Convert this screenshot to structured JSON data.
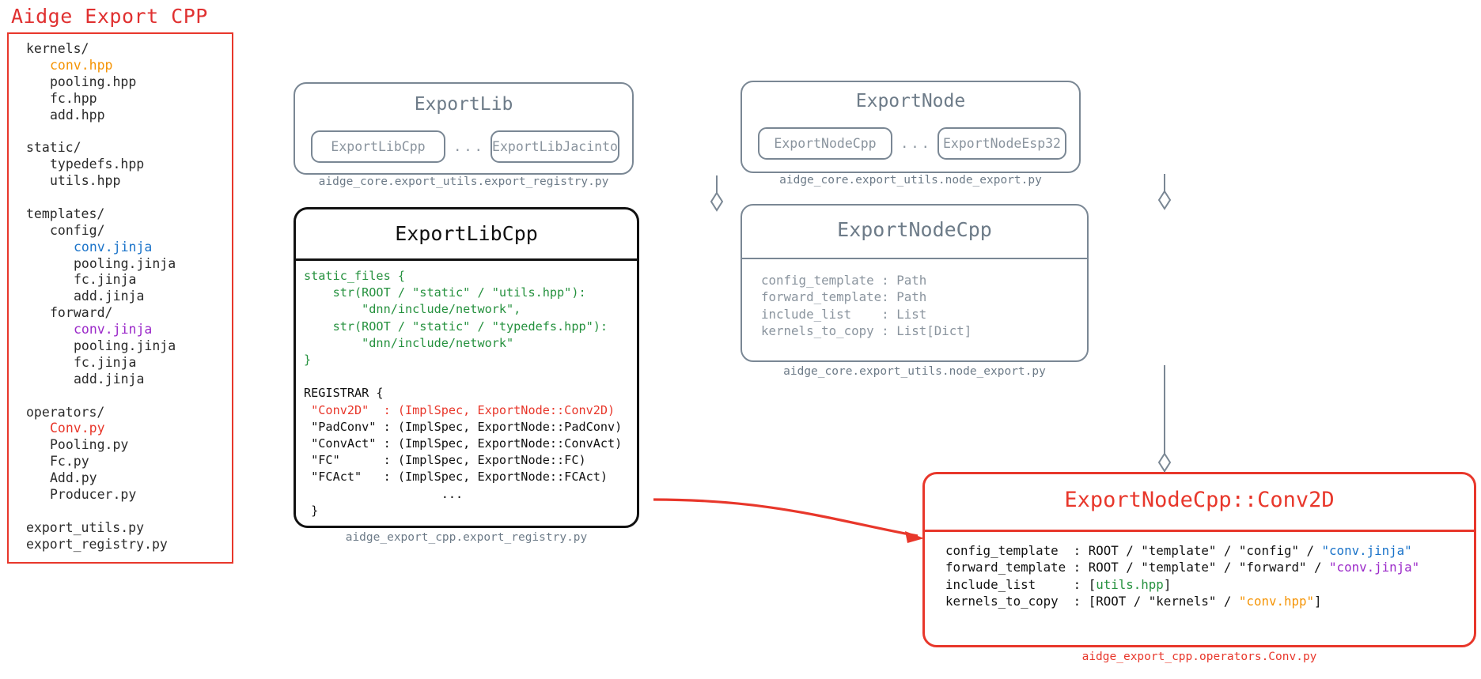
{
  "page": {
    "title": "Aidge Export CPP",
    "title_color": "#E03131"
  },
  "colors": {
    "accent_red": "#E8372B",
    "gray_border": "#7a8794",
    "gray_text": "#8a949e",
    "green": "#25913E",
    "blue": "#1a73c9",
    "purple": "#9B29C9",
    "orange": "#F59405",
    "black": "#111111"
  },
  "filetree": {
    "rows": [
      {
        "indent": 1,
        "text": "kernels/",
        "color": "default"
      },
      {
        "indent": 2,
        "text": "conv.hpp",
        "color": "orange"
      },
      {
        "indent": 2,
        "text": "pooling.hpp",
        "color": "default"
      },
      {
        "indent": 2,
        "text": "fc.hpp",
        "color": "default"
      },
      {
        "indent": 2,
        "text": "add.hpp",
        "color": "default"
      },
      {
        "indent": 0,
        "text": "",
        "color": "default"
      },
      {
        "indent": 1,
        "text": "static/",
        "color": "default"
      },
      {
        "indent": 2,
        "text": "typedefs.hpp",
        "color": "default"
      },
      {
        "indent": 2,
        "text": "utils.hpp",
        "color": "default"
      },
      {
        "indent": 0,
        "text": "",
        "color": "default"
      },
      {
        "indent": 1,
        "text": "templates/",
        "color": "default"
      },
      {
        "indent": 2,
        "text": "config/",
        "color": "default"
      },
      {
        "indent": 3,
        "text": "conv.jinja",
        "color": "blue"
      },
      {
        "indent": 3,
        "text": "pooling.jinja",
        "color": "default"
      },
      {
        "indent": 3,
        "text": "fc.jinja",
        "color": "default"
      },
      {
        "indent": 3,
        "text": "add.jinja",
        "color": "default"
      },
      {
        "indent": 2,
        "text": "forward/",
        "color": "default"
      },
      {
        "indent": 3,
        "text": "conv.jinja",
        "color": "purple"
      },
      {
        "indent": 3,
        "text": "pooling.jinja",
        "color": "default"
      },
      {
        "indent": 3,
        "text": "fc.jinja",
        "color": "default"
      },
      {
        "indent": 3,
        "text": "add.jinja",
        "color": "default"
      },
      {
        "indent": 0,
        "text": "",
        "color": "default"
      },
      {
        "indent": 1,
        "text": "operators/",
        "color": "default"
      },
      {
        "indent": 2,
        "text": "Conv.py",
        "color": "red"
      },
      {
        "indent": 2,
        "text": "Pooling.py",
        "color": "default"
      },
      {
        "indent": 2,
        "text": "Fc.py",
        "color": "default"
      },
      {
        "indent": 2,
        "text": "Add.py",
        "color": "default"
      },
      {
        "indent": 2,
        "text": "Producer.py",
        "color": "default"
      },
      {
        "indent": 0,
        "text": "",
        "color": "default"
      },
      {
        "indent": 1,
        "text": "export_utils.py",
        "color": "default"
      },
      {
        "indent": 1,
        "text": "export_registry.py",
        "color": "default"
      }
    ]
  },
  "export_lib": {
    "title": "ExportLib",
    "pill_left": "ExportLibCpp",
    "ellipsis": "...",
    "pill_right": "ExportLibJacinto",
    "caption": "aidge_core.export_utils.export_registry.py"
  },
  "export_node": {
    "title": "ExportNode",
    "pill_left": "ExportNodeCpp",
    "ellipsis": "...",
    "pill_right": "ExportNodeEsp32",
    "caption": "aidge_core.export_utils.node_export.py"
  },
  "export_lib_cpp": {
    "title": "ExportLibCpp",
    "caption": "aidge_export_cpp.export_registry.py",
    "code_lines": [
      {
        "segments": [
          {
            "t": "static_files {",
            "c": "green"
          }
        ]
      },
      {
        "segments": [
          {
            "t": "    str(ROOT / \"static\" / \"utils.hpp\"):",
            "c": "green"
          }
        ]
      },
      {
        "segments": [
          {
            "t": "        \"dnn/include/network\",",
            "c": "green"
          }
        ]
      },
      {
        "segments": [
          {
            "t": "    str(ROOT / \"static\" / \"typedefs.hpp\"):",
            "c": "green"
          }
        ]
      },
      {
        "segments": [
          {
            "t": "        \"dnn/include/network\"",
            "c": "green"
          }
        ]
      },
      {
        "segments": [
          {
            "t": "}",
            "c": "green"
          }
        ]
      },
      {
        "segments": [
          {
            "t": "",
            "c": "black"
          }
        ]
      },
      {
        "segments": [
          {
            "t": "REGISTRAR {",
            "c": "black"
          }
        ]
      },
      {
        "segments": [
          {
            "t": " \"Conv2D\"  : (ImplSpec, ExportNode::Conv2D)",
            "c": "red"
          }
        ]
      },
      {
        "segments": [
          {
            "t": " \"PadConv\" : (ImplSpec, ExportNode::PadConv)",
            "c": "black"
          }
        ]
      },
      {
        "segments": [
          {
            "t": " \"ConvAct\" : (ImplSpec, ExportNode::ConvAct)",
            "c": "black"
          }
        ]
      },
      {
        "segments": [
          {
            "t": " \"FC\"      : (ImplSpec, ExportNode::FC)",
            "c": "black"
          }
        ]
      },
      {
        "segments": [
          {
            "t": " \"FCAct\"   : (ImplSpec, ExportNode::FCAct)",
            "c": "black"
          }
        ]
      },
      {
        "segments": [
          {
            "t": "                   ...",
            "c": "black"
          }
        ]
      },
      {
        "segments": [
          {
            "t": " }",
            "c": "black"
          }
        ]
      }
    ]
  },
  "export_node_cpp": {
    "title": "ExportNodeCpp",
    "caption": "aidge_core.export_utils.node_export.py",
    "attrs": [
      {
        "name": "config_template ",
        "sep": ": ",
        "type": "Path"
      },
      {
        "name": "forward_template",
        "sep": ": ",
        "type": "Path"
      },
      {
        "name": "include_list    ",
        "sep": ": ",
        "type": "List"
      },
      {
        "name": "kernels_to_copy ",
        "sep": ": ",
        "type": "List[Dict]"
      }
    ]
  },
  "conv2d": {
    "title": "ExportNodeCpp::Conv2D",
    "caption": "aidge_export_cpp.operators.Conv.py",
    "attrs": [
      {
        "segments": [
          {
            "t": "config_template  : ROOT / \"template\" / \"config\" / ",
            "c": "black"
          },
          {
            "t": "\"conv.jinja\"",
            "c": "blue"
          }
        ]
      },
      {
        "segments": [
          {
            "t": "forward_template : ROOT / \"template\" / \"forward\" / ",
            "c": "black"
          },
          {
            "t": "\"conv.jinja\"",
            "c": "purple"
          }
        ]
      },
      {
        "segments": [
          {
            "t": "include_list     : [",
            "c": "black"
          },
          {
            "t": "utils.hpp",
            "c": "green"
          },
          {
            "t": "]",
            "c": "black"
          }
        ]
      },
      {
        "segments": [
          {
            "t": "kernels_to_copy  : [ROOT / \"kernels\" / ",
            "c": "black"
          },
          {
            "t": "\"conv.hpp\"",
            "c": "orange"
          },
          {
            "t": "]",
            "c": "black"
          }
        ]
      }
    ]
  },
  "connectors": {
    "lib_to_libcpp": "inheritance-arrow-down",
    "node_to_nodecpp": "inheritance-arrow-down",
    "nodecpp_to_conv2d": "inheritance-arrow-down",
    "registrar_to_conv2d": "red-curved-arrow"
  }
}
